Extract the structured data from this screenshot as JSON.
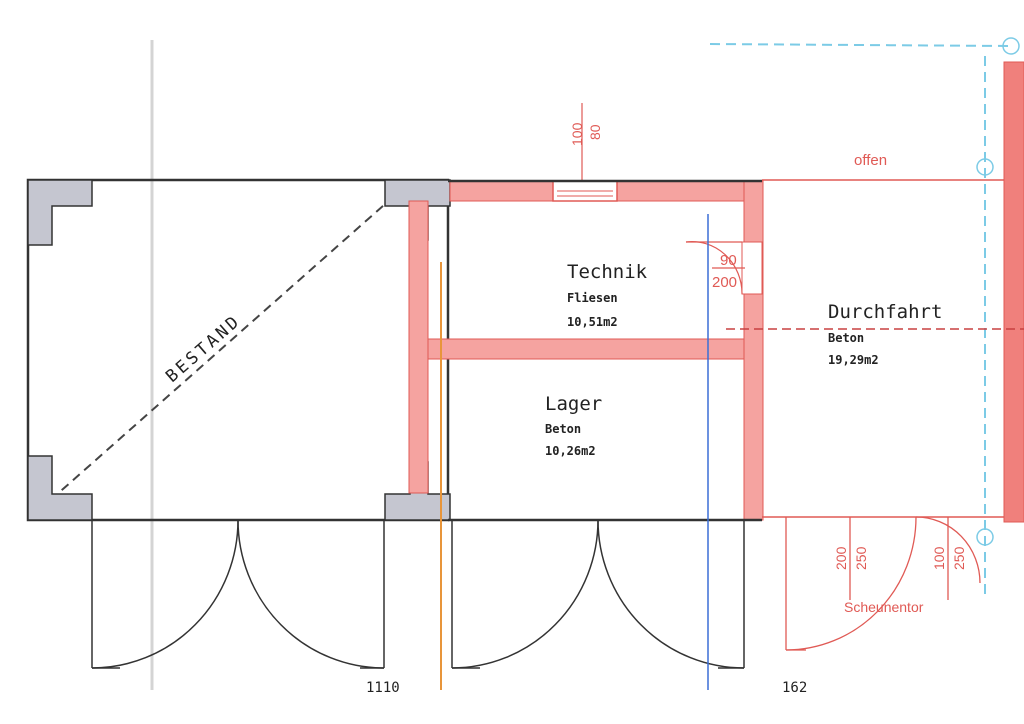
{
  "diagram": {
    "existing_label": "BESTAND",
    "rooms": [
      {
        "name": "Technik",
        "floor": "Fliesen",
        "area": "10,51m2"
      },
      {
        "name": "Lager",
        "floor": "Beton",
        "area": "10,26m2"
      },
      {
        "name": "Durchfahrt",
        "floor": "Beton",
        "area": "19,29m2"
      }
    ],
    "window_dims": [
      "100",
      "80"
    ],
    "door_dims": [
      "90",
      "200"
    ],
    "open_label": "offen",
    "gate_label": "Scheunentor",
    "gate_dims": [
      "200",
      "250",
      "100",
      "250"
    ],
    "bottom_dims": [
      "1110",
      "162"
    ]
  }
}
